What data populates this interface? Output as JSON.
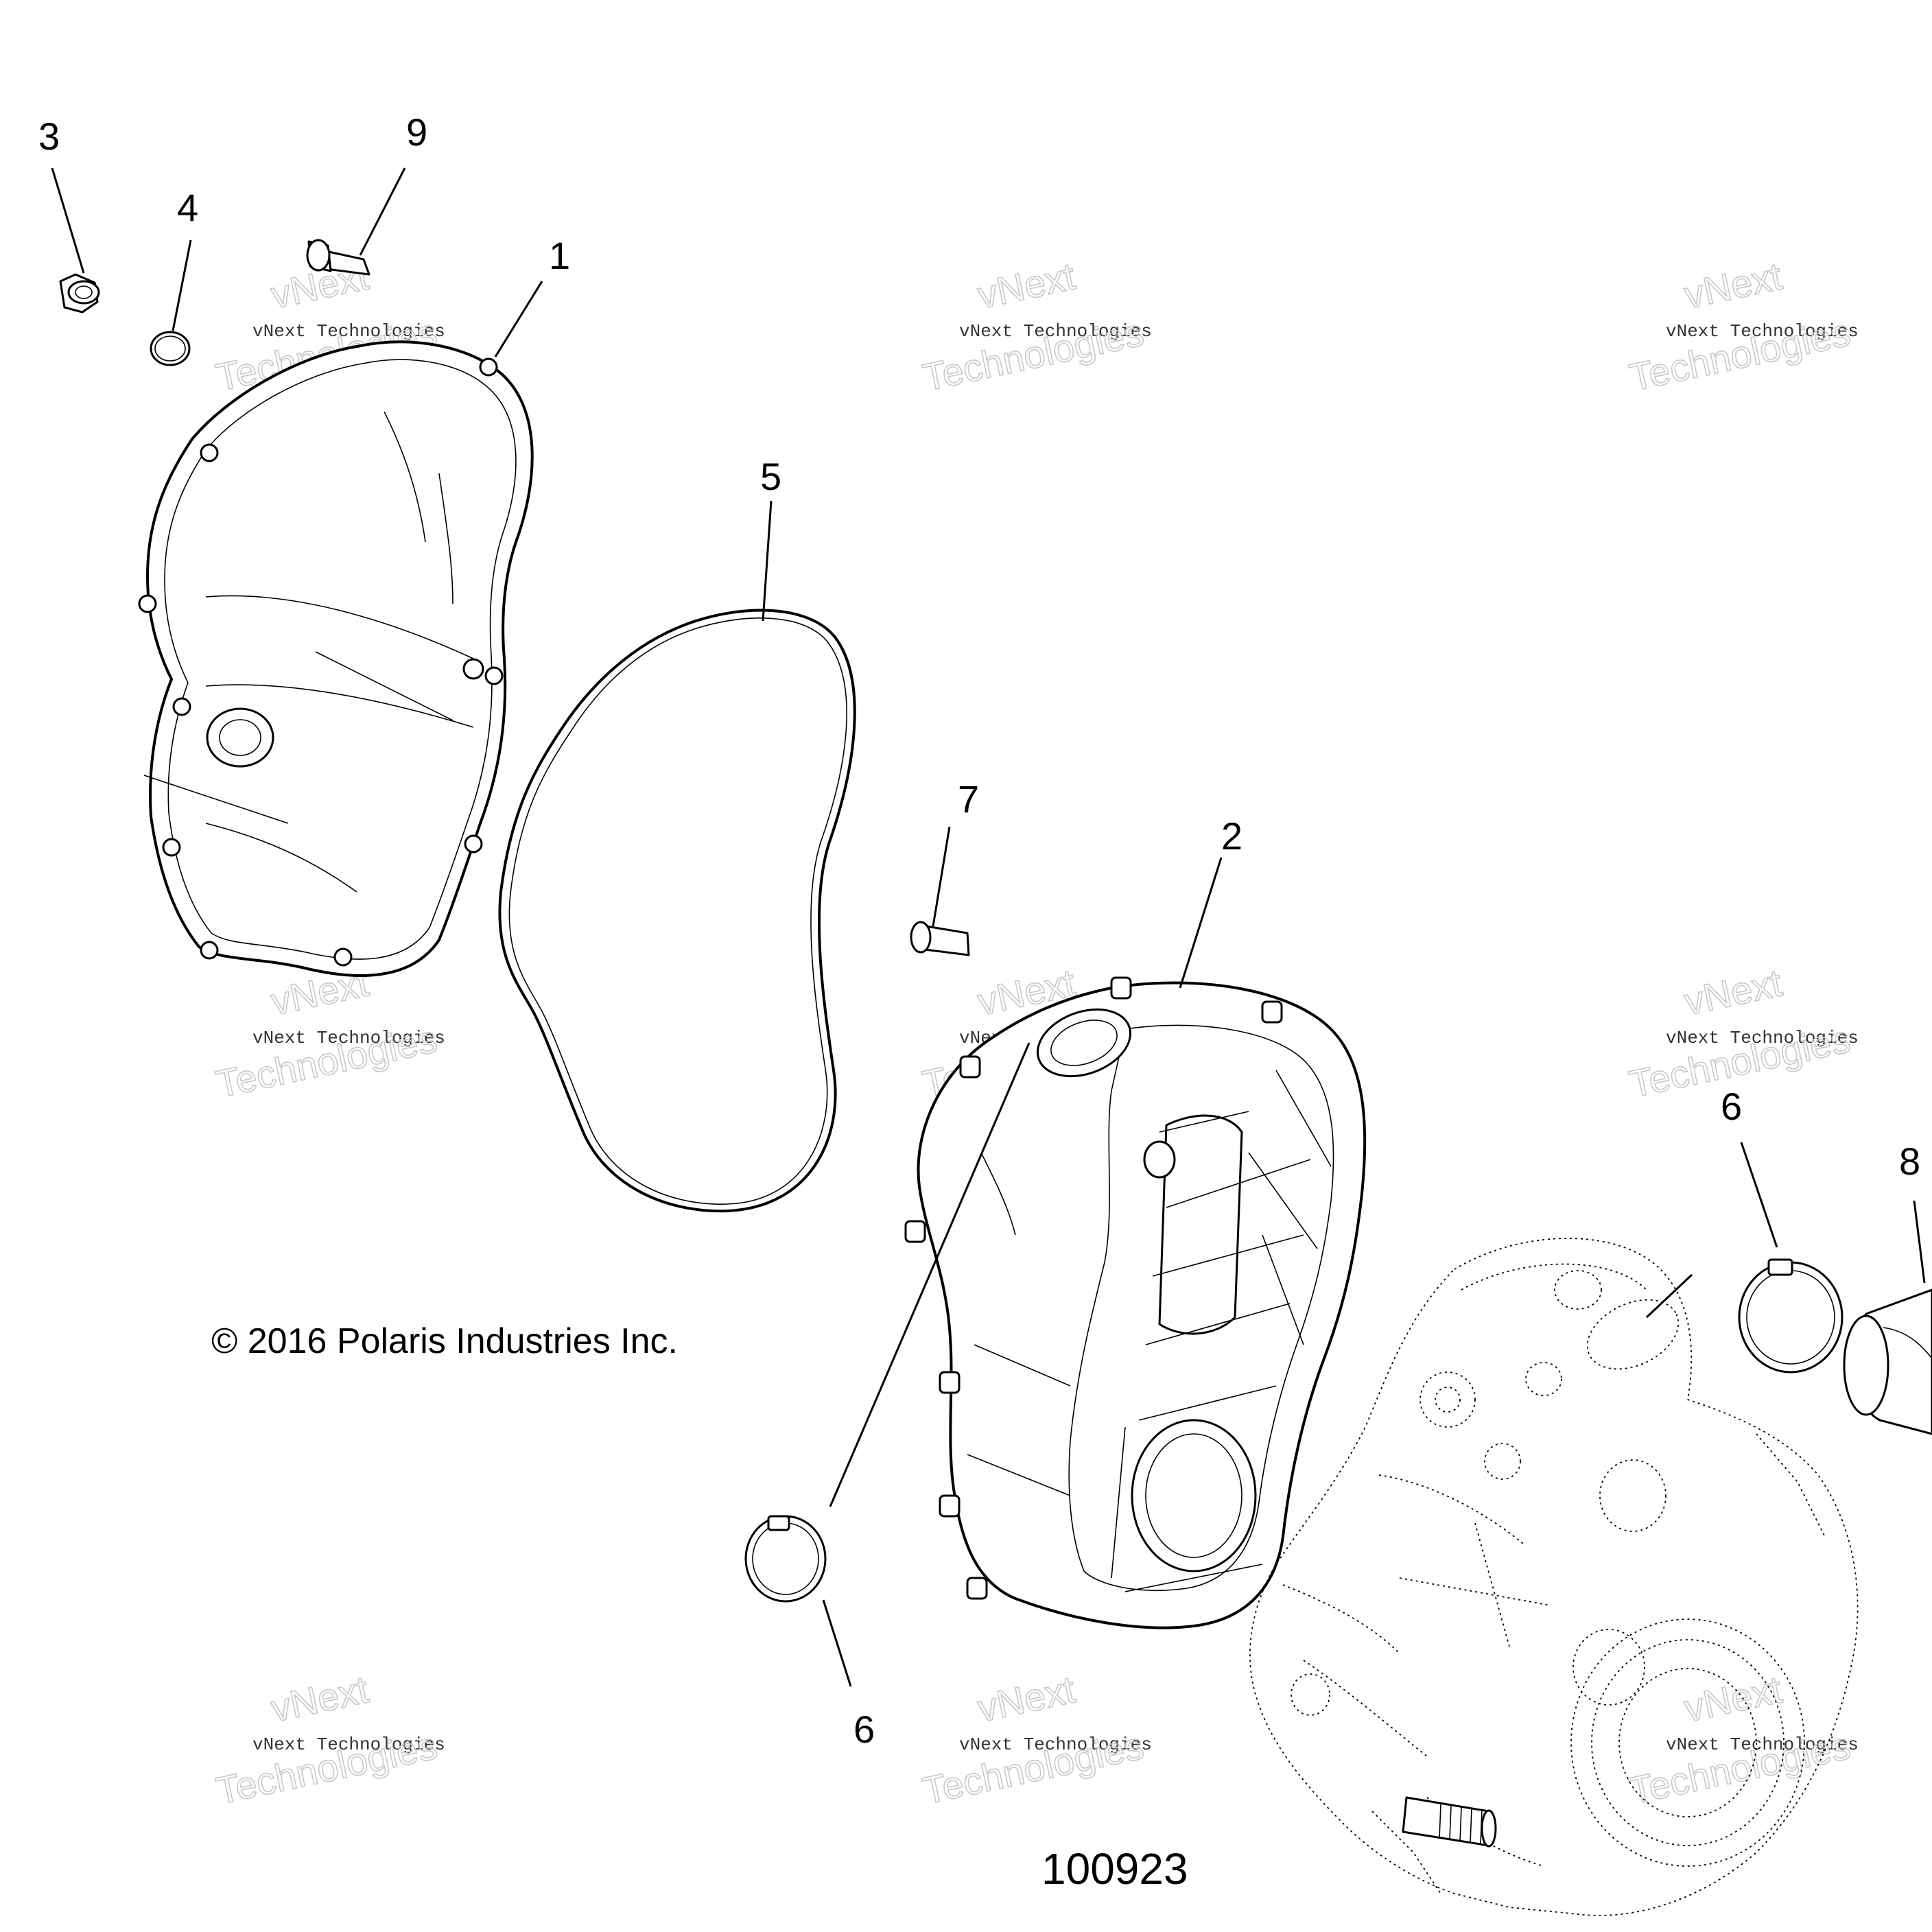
{
  "callouts": {
    "c1": "1",
    "c2": "2",
    "c3": "3",
    "c4": "4",
    "c5": "5",
    "c6a": "6",
    "c6b": "6",
    "c7": "7",
    "c8": "8",
    "c9": "9"
  },
  "watermark": {
    "line1": "vNext",
    "line2": "vNext Technologies",
    "line3": "Technologies"
  },
  "copyright": "© 2016 Polaris Industries Inc.",
  "drawing_number": "100923"
}
